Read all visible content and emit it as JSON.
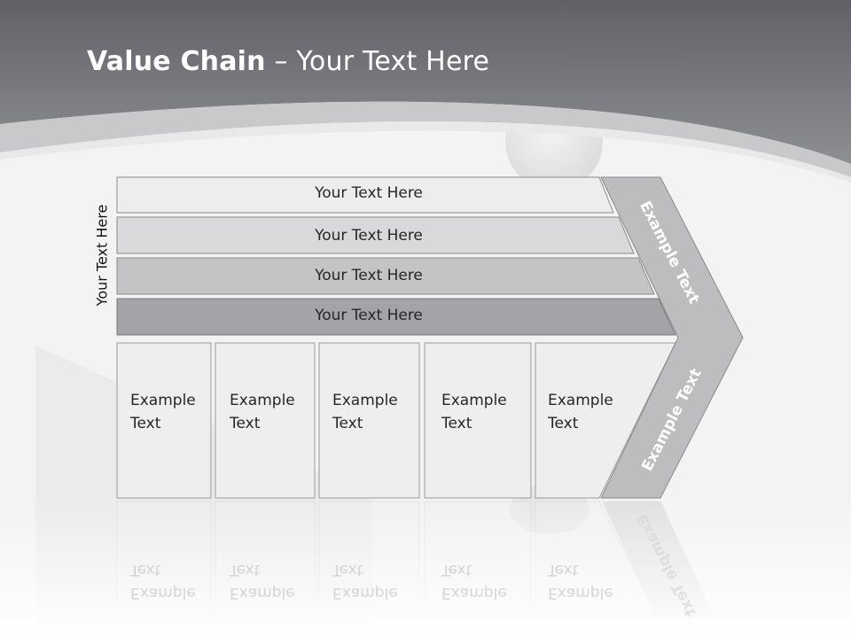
{
  "title": {
    "bold": "Value Chain",
    "rest": " – Your Text Here"
  },
  "side_label": "Your Text Here",
  "bars": [
    {
      "label": "Your Text Here",
      "color": "#ededee"
    },
    {
      "label": "Your Text Here",
      "color": "#d9d9db"
    },
    {
      "label": "Your Text Here",
      "color": "#c4c4c7"
    },
    {
      "label": "Your Text Here",
      "color": "#a4a4a8"
    }
  ],
  "cells": [
    {
      "line1": "Example",
      "line2": "Text"
    },
    {
      "line1": "Example",
      "line2": "Text"
    },
    {
      "line1": "Example",
      "line2": "Text"
    },
    {
      "line1": "Example",
      "line2": "Text"
    },
    {
      "line1": "Example",
      "line2": "Text"
    }
  ],
  "chevron": {
    "upper_label": "Example Text",
    "lower_label": "Example Text",
    "color": "#bdbdbf"
  },
  "colors": {
    "header_gray": "#7a7b7f",
    "cell_fill": "#eeeeee",
    "border": "#8a8a8a"
  }
}
